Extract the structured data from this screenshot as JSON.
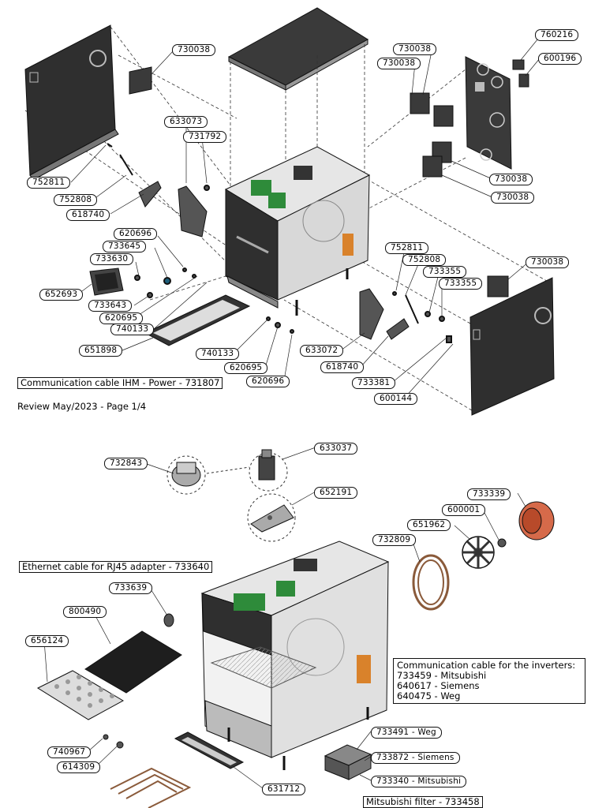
{
  "page1": {
    "callouts": {
      "c_760216": "760216",
      "c_600196": "600196",
      "c_730038_a": "730038",
      "c_730038_b": "730038",
      "c_730038_c": "730038",
      "c_730038_d": "730038",
      "c_730038_e": "730038",
      "c_730038_f": "730038",
      "c_633073": "633073",
      "c_731792": "731792",
      "c_752811_a": "752811",
      "c_752808_a": "752808",
      "c_618740_a": "618740",
      "c_620696_a": "620696",
      "c_733645": "733645",
      "c_733630": "733630",
      "c_652693": "652693",
      "c_733643": "733643",
      "c_620695_a": "620695",
      "c_740133_a": "740133",
      "c_651898": "651898",
      "c_740133_b": "740133",
      "c_620695_b": "620695",
      "c_620696_b": "620696",
      "c_752811_b": "752811",
      "c_752808_b": "752808",
      "c_733355_a": "733355",
      "c_733355_b": "733355",
      "c_633072": "633072",
      "c_618740_b": "618740",
      "c_733381": "733381",
      "c_600144": "600144"
    },
    "cable_note": "Communication cable IHM - Power - 731807",
    "review": "Review May/2023 - Page 1/4"
  },
  "page2": {
    "callouts": {
      "c_732843": "732843",
      "c_633037": "633037",
      "c_652191": "652191",
      "c_733339": "733339",
      "c_600001": "600001",
      "c_651962": "651962",
      "c_732809": "732809",
      "c_733639": "733639",
      "c_800490": "800490",
      "c_656124": "656124",
      "c_740967": "740967",
      "c_614309": "614309",
      "c_631712": "631712",
      "c_733491": "733491 - Weg",
      "c_733872": "733872 - Siemens",
      "c_733340": "733340 - Mitsubishi"
    },
    "ethernet_note": "Ethernet cable for RJ45 adapter - 733640",
    "inverter_note": {
      "title": "Communication cable for the inverters:",
      "lines": [
        "733459 - Mitsubishi",
        "640617 - Siemens",
        "640475 - Weg"
      ]
    },
    "filter_note": "Mitsubishi filter - 733458"
  }
}
